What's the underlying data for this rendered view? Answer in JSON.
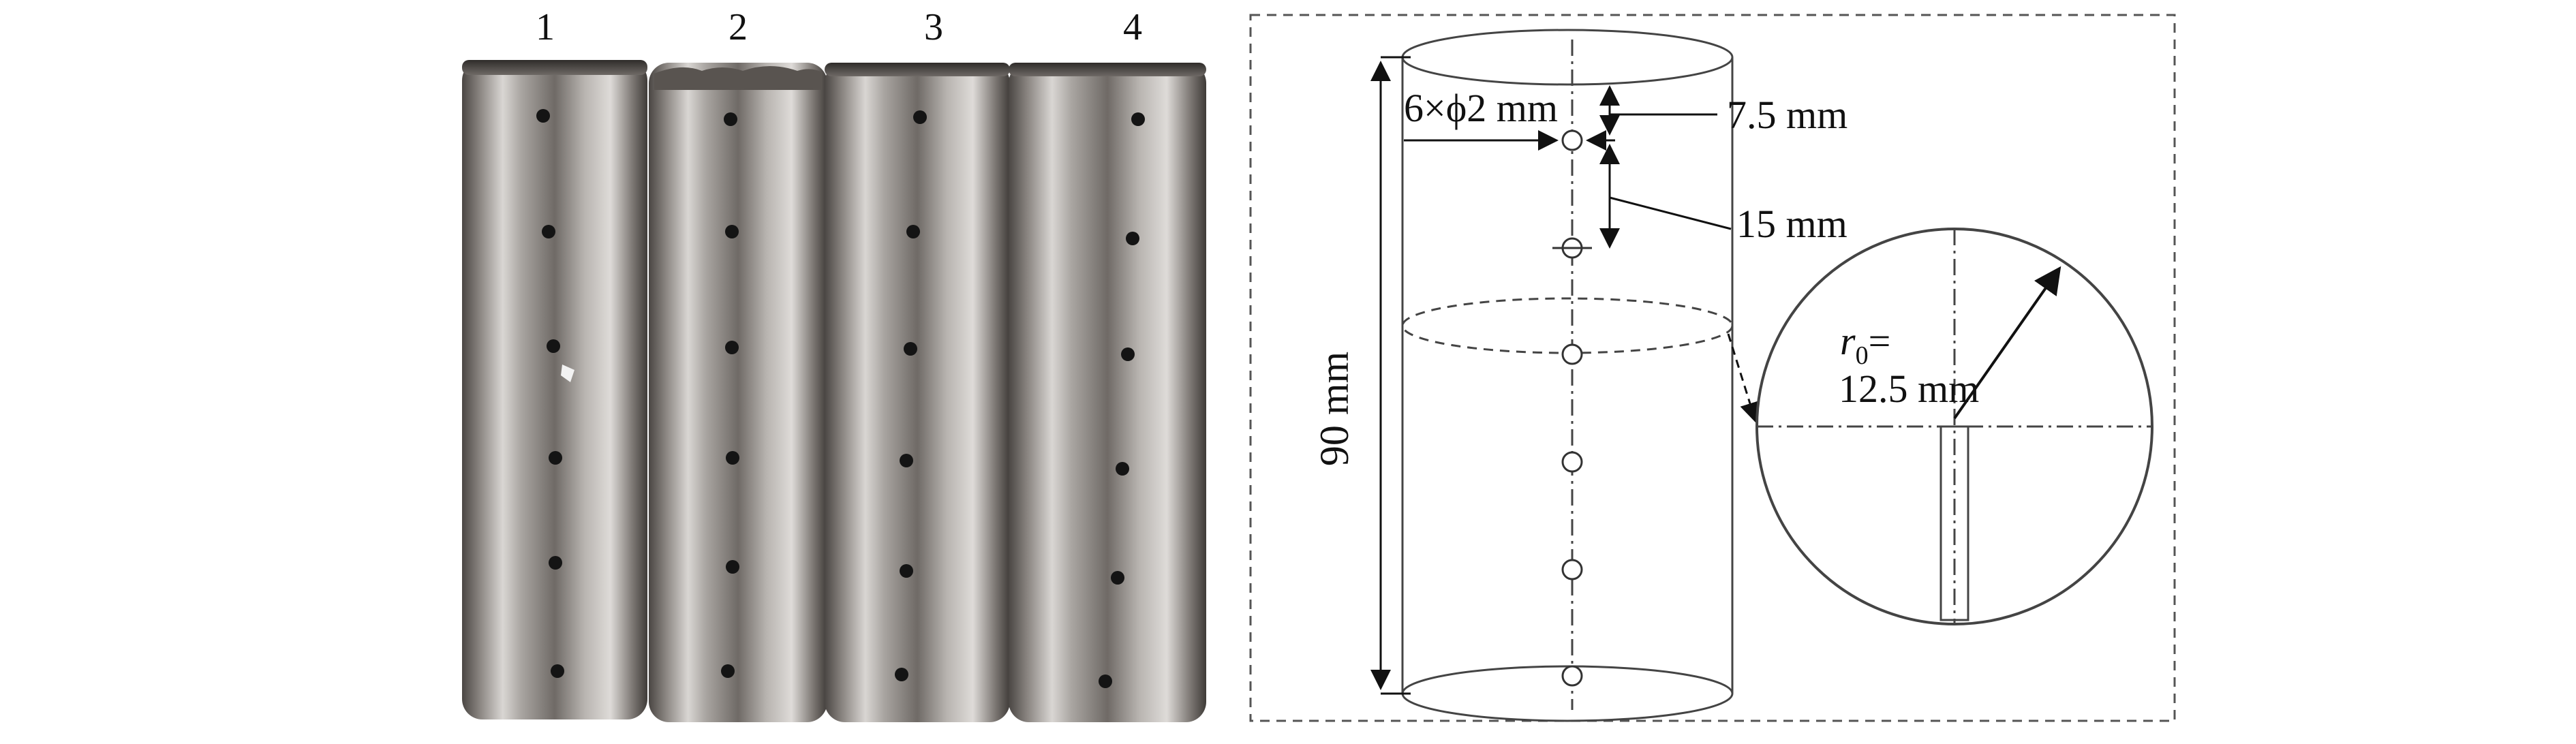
{
  "photo": {
    "sample_labels": [
      "1",
      "2",
      "3",
      "4"
    ],
    "background_color": "#ffffff",
    "metal_colors": [
      "#5e5a57",
      "#c9c6c3",
      "#8a8580"
    ]
  },
  "schematic": {
    "hole_spec_label": "6×ϕ2 mm",
    "top_offset_label": "7.5 mm",
    "spacing_label": "15 mm",
    "height_label": "90 mm",
    "radius_symbol": "r",
    "radius_subscript": "0",
    "radius_equals": "=",
    "radius_value_label": "12.5 mm",
    "line_color": "#444444",
    "border_color": "#555555"
  }
}
